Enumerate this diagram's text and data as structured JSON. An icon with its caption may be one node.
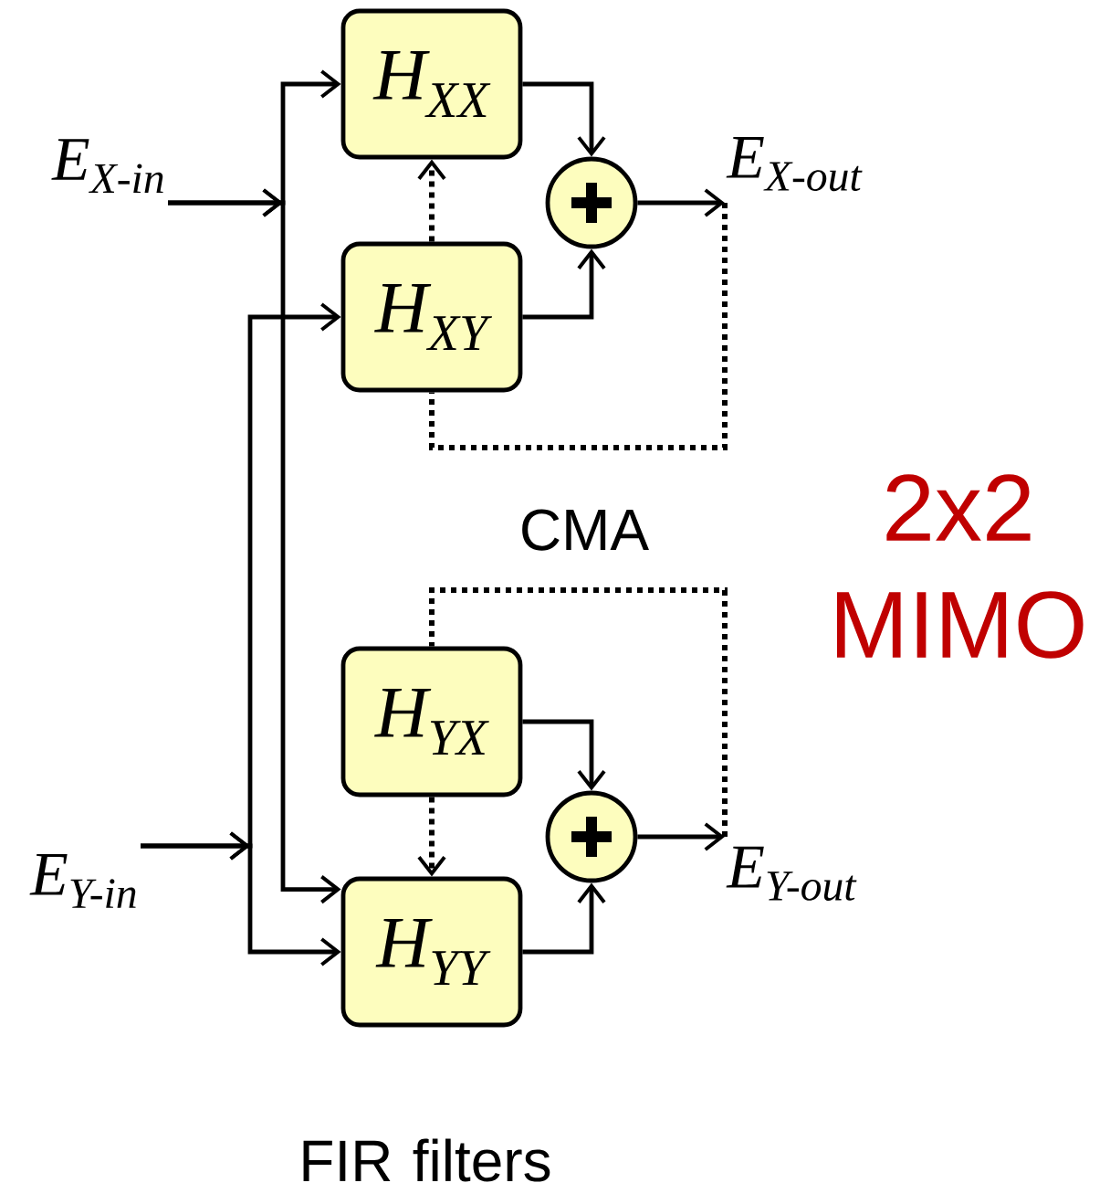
{
  "diagram": {
    "nodes": [
      {
        "text": [
          "E$_{X-in}$"
        ]
      },
      {
        "text": [
          "H$_{XX}$"
        ]
      },
      {
        "text": [
          "H$_{XY}$"
        ]
      },
      {
        "text": [],
        "shape": "circle"
      },
      {
        "text": [
          "E$_{X-out}$"
        ]
      },
      {
        "text": [
          "H$_{YX}$"
        ]
      },
      {
        "text": [
          "H$_{YY}$"
        ]
      },
      {
        "text": [],
        "shape": "circle"
      },
      {
        "text": [
          "E$_{Y-in}$"
        ]
      },
      {
        "text": [
          "E$_{Y-out}$"
        ]
      }
    ],
    "edges": [
      {
        "from": 0,
        "to": 1,
        "arrow": "to"
      },
      {
        "from": 0,
        "to": 6,
        "arrow": "to"
      },
      {
        "from": 8,
        "to": 2,
        "arrow": "to"
      },
      {
        "from": 8,
        "to": 6,
        "arrow": "to"
      },
      {
        "from": 1,
        "to": 3,
        "arrow": "to"
      },
      {
        "from": 2,
        "to": 3,
        "arrow": "to"
      },
      {
        "from": 3,
        "to": 4,
        "arrow": "to"
      },
      {
        "from": 2,
        "to": 1,
        "arrow": "to",
        "style": "dashed"
      },
      {
        "from": 4,
        "to": 2,
        "arrow": "none",
        "style": "dashed"
      },
      {
        "from": 5,
        "to": 7,
        "arrow": "to"
      },
      {
        "from": 6,
        "to": 7,
        "arrow": "to"
      },
      {
        "from": 7,
        "to": 9,
        "arrow": "to"
      },
      {
        "from": 5,
        "to": 6,
        "arrow": "to",
        "style": "dashed"
      },
      {
        "from": 9,
        "to": 5,
        "arrow": "none",
        "style": "dashed"
      }
    ],
    "labels": [
      "CMA",
      "2x2 MIMO",
      "FIR filters"
    ]
  }
}
